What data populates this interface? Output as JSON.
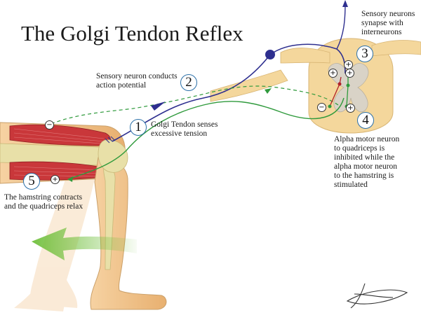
{
  "title": "The Golgi Tendon Reflex",
  "steps": [
    {
      "number": "1",
      "text": "Golgi Tendon senses excessive tension"
    },
    {
      "number": "2",
      "text": "Sensory neuron conducts action potential"
    },
    {
      "number": "3",
      "text": "Sensory neurons synapse with interneurons"
    },
    {
      "number": "4",
      "text": "Alpha motor neuron to quadriceps is inhibited while the alpha motor neuron to the hamstring is stimulated"
    },
    {
      "number": "5",
      "text": "The hamstring contracts and the quadriceps relax"
    }
  ],
  "labels": {
    "step1_line1": "Golgi Tendon senses",
    "step1_line2": "excessive tension",
    "step2_line1": "Sensory neuron conducts",
    "step2_line2": "action potential",
    "step3_line1": "Sensory neurons",
    "step3_line2": "synapse with",
    "step3_line3": "interneurons",
    "step4_line1": "Alpha motor neuron",
    "step4_line2": "to quadriceps is",
    "step4_line3": "inhibited while the",
    "step4_line4": "alpha motor neuron",
    "step4_line5": "to the hamstring is",
    "step4_line6": "stimulated",
    "step5_line1": "The hamstring contracts",
    "step5_line2": "and the quadriceps relax"
  },
  "signs": {
    "plus": "+",
    "minus": "−"
  },
  "colors": {
    "sensory_neuron": "#2e2f8f",
    "motor_neuron": "#2f9a3c",
    "inhibitory_neuron": "#b02028",
    "muscle": "#c9373a",
    "skin": "#f1c58f",
    "bone": "#e8e0a8",
    "spinal_cord": "#f4d79c",
    "number_ring": "#2a6fa8",
    "motion_arrow": "#6fbf3a"
  },
  "icons": [
    "movement-arrow-icon",
    "signature-logo"
  ]
}
